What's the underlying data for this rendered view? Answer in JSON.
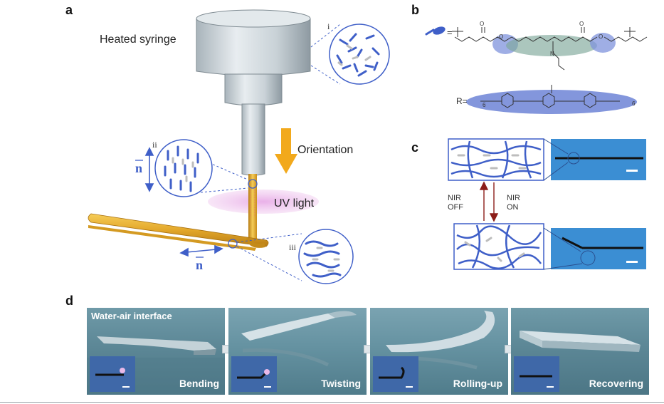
{
  "panels": {
    "a": {
      "letter": "a",
      "syringe_label": "Heated syringe",
      "orientation_label": "Orientation",
      "uv_label": "UV light",
      "roman_i": "i",
      "roman_ii": "ii",
      "roman_iii": "iii",
      "director_symbol": "n"
    },
    "b": {
      "letter": "b",
      "eq_sign": "=",
      "r_label": "R=",
      "r_left_sub": "6",
      "r_right_sub": "6"
    },
    "c": {
      "letter": "c",
      "nir_off": "NIR\nOFF",
      "nir_on": "NIR\nON"
    },
    "d": {
      "letter": "d",
      "header": "Water-air interface",
      "stages": [
        "Bending",
        "Twisting",
        "Rolling-up",
        "Recovering"
      ]
    }
  },
  "colors": {
    "fiber_gold": "#E9B12F",
    "arrow_orange": "#F2A91C",
    "lc_blue": "#3F5FC8",
    "uv_pink": "#E8B7E6",
    "nir_arrow": "#8C1D18",
    "photo_blue": "#3B8ED3",
    "panel_d_bg": "#5E8797"
  }
}
